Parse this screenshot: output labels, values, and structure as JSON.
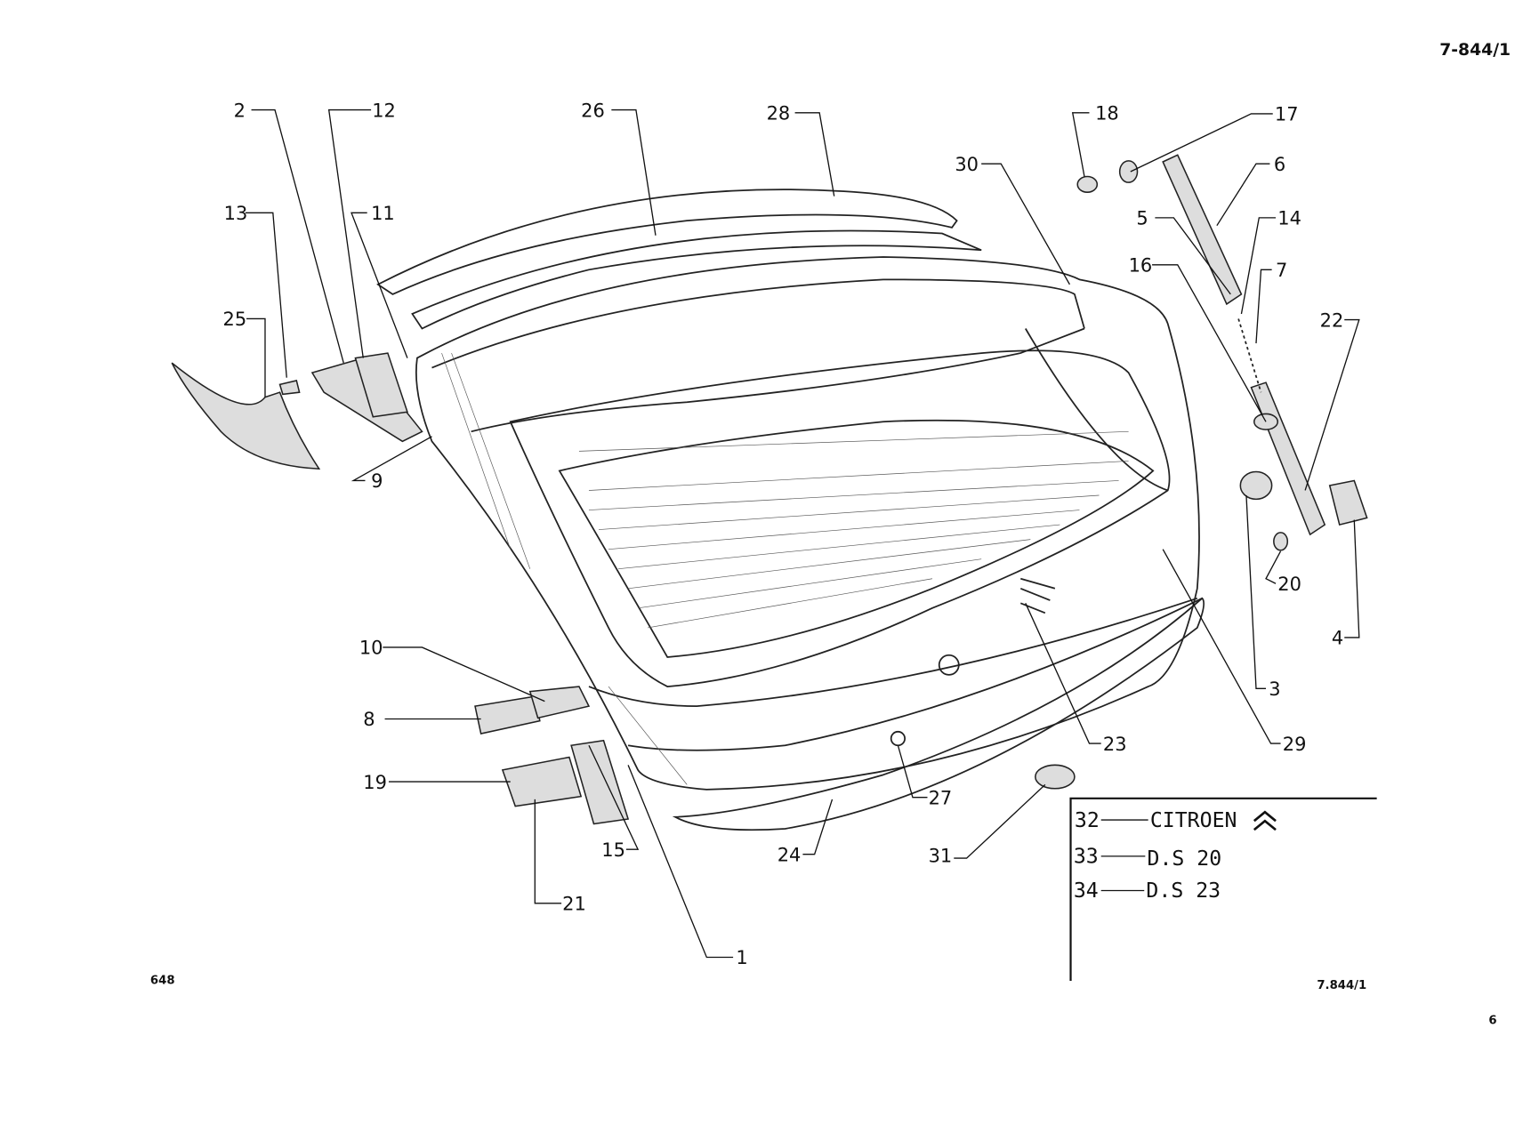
{
  "header": {
    "ref_top": "7-844/1"
  },
  "footer": {
    "code_left": "648",
    "ref_bottom": "7.844/1",
    "page_number": "6"
  },
  "callouts": [
    "1",
    "2",
    "3",
    "4",
    "5",
    "6",
    "7",
    "8",
    "9",
    "10",
    "11",
    "12",
    "13",
    "14",
    "15",
    "16",
    "17",
    "18",
    "19",
    "20",
    "21",
    "22",
    "23",
    "24",
    "25",
    "26",
    "27",
    "28",
    "29",
    "30",
    "31"
  ],
  "legend": [
    {
      "num": "32",
      "text": "CITROEN"
    },
    {
      "num": "33",
      "text": "D.S 20"
    },
    {
      "num": "34",
      "text": "D.S 23"
    }
  ],
  "icons": {
    "brand": "citroen-double-chevron-icon"
  }
}
